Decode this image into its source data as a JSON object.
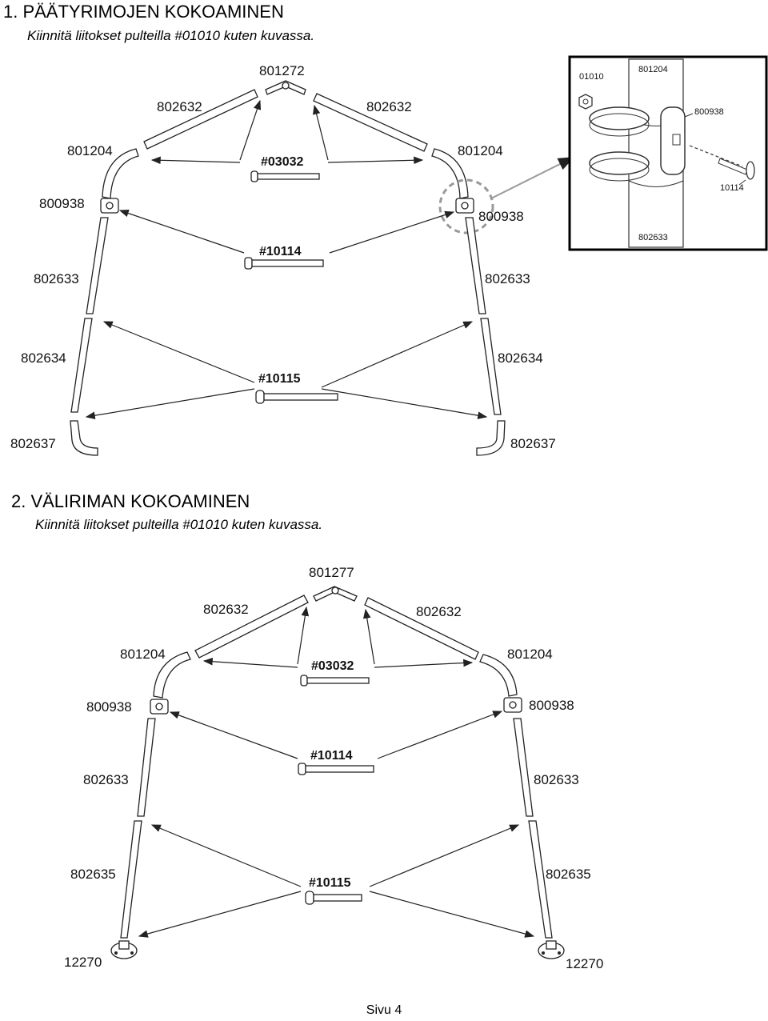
{
  "section1": {
    "heading": "1. PÄÄTYRIMOJEN KOKOAMINEN",
    "instruction": "Kiinnitä liitokset pulteilla #01010 kuten kuvassa.",
    "labels": {
      "apex": "801272",
      "rafter_left": "802632",
      "rafter_right": "802632",
      "elbow_left": "801204",
      "elbow_right": "801204",
      "bracket_left": "800938",
      "bracket_right": "800938",
      "leg_upper_left": "802633",
      "leg_upper_right": "802633",
      "leg_lower_left": "802634",
      "leg_lower_right": "802634",
      "foot_left": "802637",
      "foot_right": "802637",
      "bolt_top": "#03032",
      "bolt_mid": "#10114",
      "bolt_low": "#10115"
    },
    "detail": {
      "nut": "01010",
      "elbow": "801204",
      "bracket": "800938",
      "bolt": "10114",
      "leg": "802633"
    }
  },
  "section2": {
    "heading": "2. VÄLIRIMAN KOKOAMINEN",
    "instruction": "Kiinnitä liitokset pulteilla #01010 kuten kuvassa.",
    "labels": {
      "apex": "801277",
      "rafter_left": "802632",
      "rafter_right": "802632",
      "elbow_left": "801204",
      "elbow_right": "801204",
      "bracket_left": "800938",
      "bracket_right": "800938",
      "leg_upper_left": "802633",
      "leg_upper_right": "802633",
      "leg_lower_left": "802635",
      "leg_lower_right": "802635",
      "base_left": "12270",
      "base_right": "12270",
      "bolt_top": "#03032",
      "bolt_mid": "#10114",
      "bolt_low": "#10115"
    }
  },
  "footer": {
    "page": "Sivu 4"
  }
}
